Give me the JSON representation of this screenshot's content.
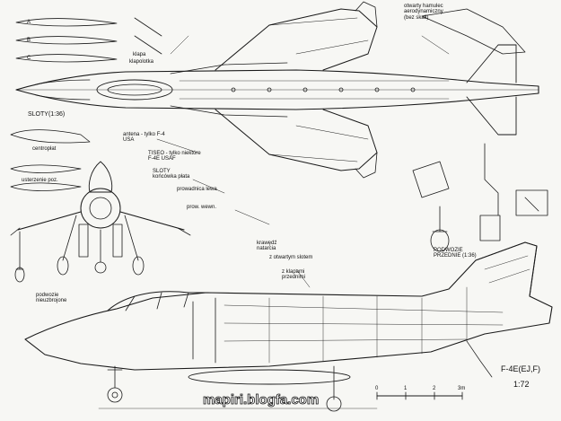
{
  "labels": {
    "klapa": "klapa",
    "klapolotka": "klapolotka",
    "sloty": "SLOTY(1:36)",
    "centroplat": "centropłat",
    "usterzenie_poz": "usterzenie poz.",
    "antena": "antena - tylko F-4\nUSA",
    "tiseo": "TISEO - tylko niektóre\nF-4E USAF",
    "sloty_koncowki": "SLOTY\nkońcówka płata",
    "prowadnica_lewa": "prowadnica lewa",
    "prow_wewn": "prow. wewn.",
    "podwozie_przednie": "PODWOZIE\nPRZEDNIE (1:36)",
    "krawedz_natarcia": "krawędź\nnatarcia",
    "z_otwartym": "z otwartym slotem",
    "z_klapami": "z klapami\nprzednimi",
    "otwarty_hamulec": "otwarty hamulec\naerodynamiczny\n(bez skali)",
    "podwozie_nieuzb": "podwozie\nnieuzbrojone",
    "model_name": "F-4E(EJ,F)",
    "scale": "1:72",
    "website": "mapiri.blogfa.com",
    "scale_0": "0",
    "scale_1": "1",
    "scale_2": "2",
    "scale_3": "3m",
    "sec_A": "A",
    "sec_B": "B",
    "sec_C": "C"
  }
}
